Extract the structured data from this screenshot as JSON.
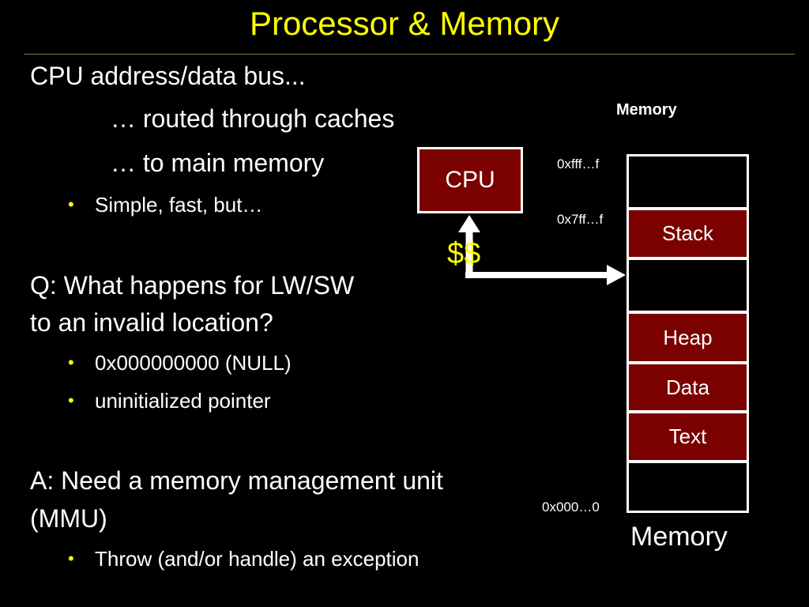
{
  "title": "Processor & Memory",
  "left": {
    "line1": "CPU address/data bus...",
    "line2": "… routed through caches",
    "line3": "… to main memory",
    "bullet1": "Simple, fast, but…",
    "q_line1": "Q: What happens for LW/SW",
    "q_line2": "to an invalid location?",
    "bullet2": "0x000000000 (NULL)",
    "bullet3": "uninitialized pointer",
    "a_line1": "A: Need a memory management unit",
    "a_line2": "(MMU)",
    "bullet4": "Throw (and/or handle) an exception",
    "bullet_glyph": "•"
  },
  "diagram": {
    "memory_top_label": "Memory",
    "cpu_label": "CPU",
    "cache_label": "$$",
    "addr_top": "0xfff…f",
    "addr_stack": "0x7ff…f",
    "addr_bottom": "0x000…0",
    "blocks": {
      "stack": "Stack",
      "heap": "Heap",
      "data": "Data",
      "text": "Text"
    },
    "memory_bottom_label": "Memory"
  },
  "colors": {
    "background": "#000000",
    "title": "#ffff00",
    "block_fill": "#7b0000",
    "cache": "#ffff00"
  }
}
